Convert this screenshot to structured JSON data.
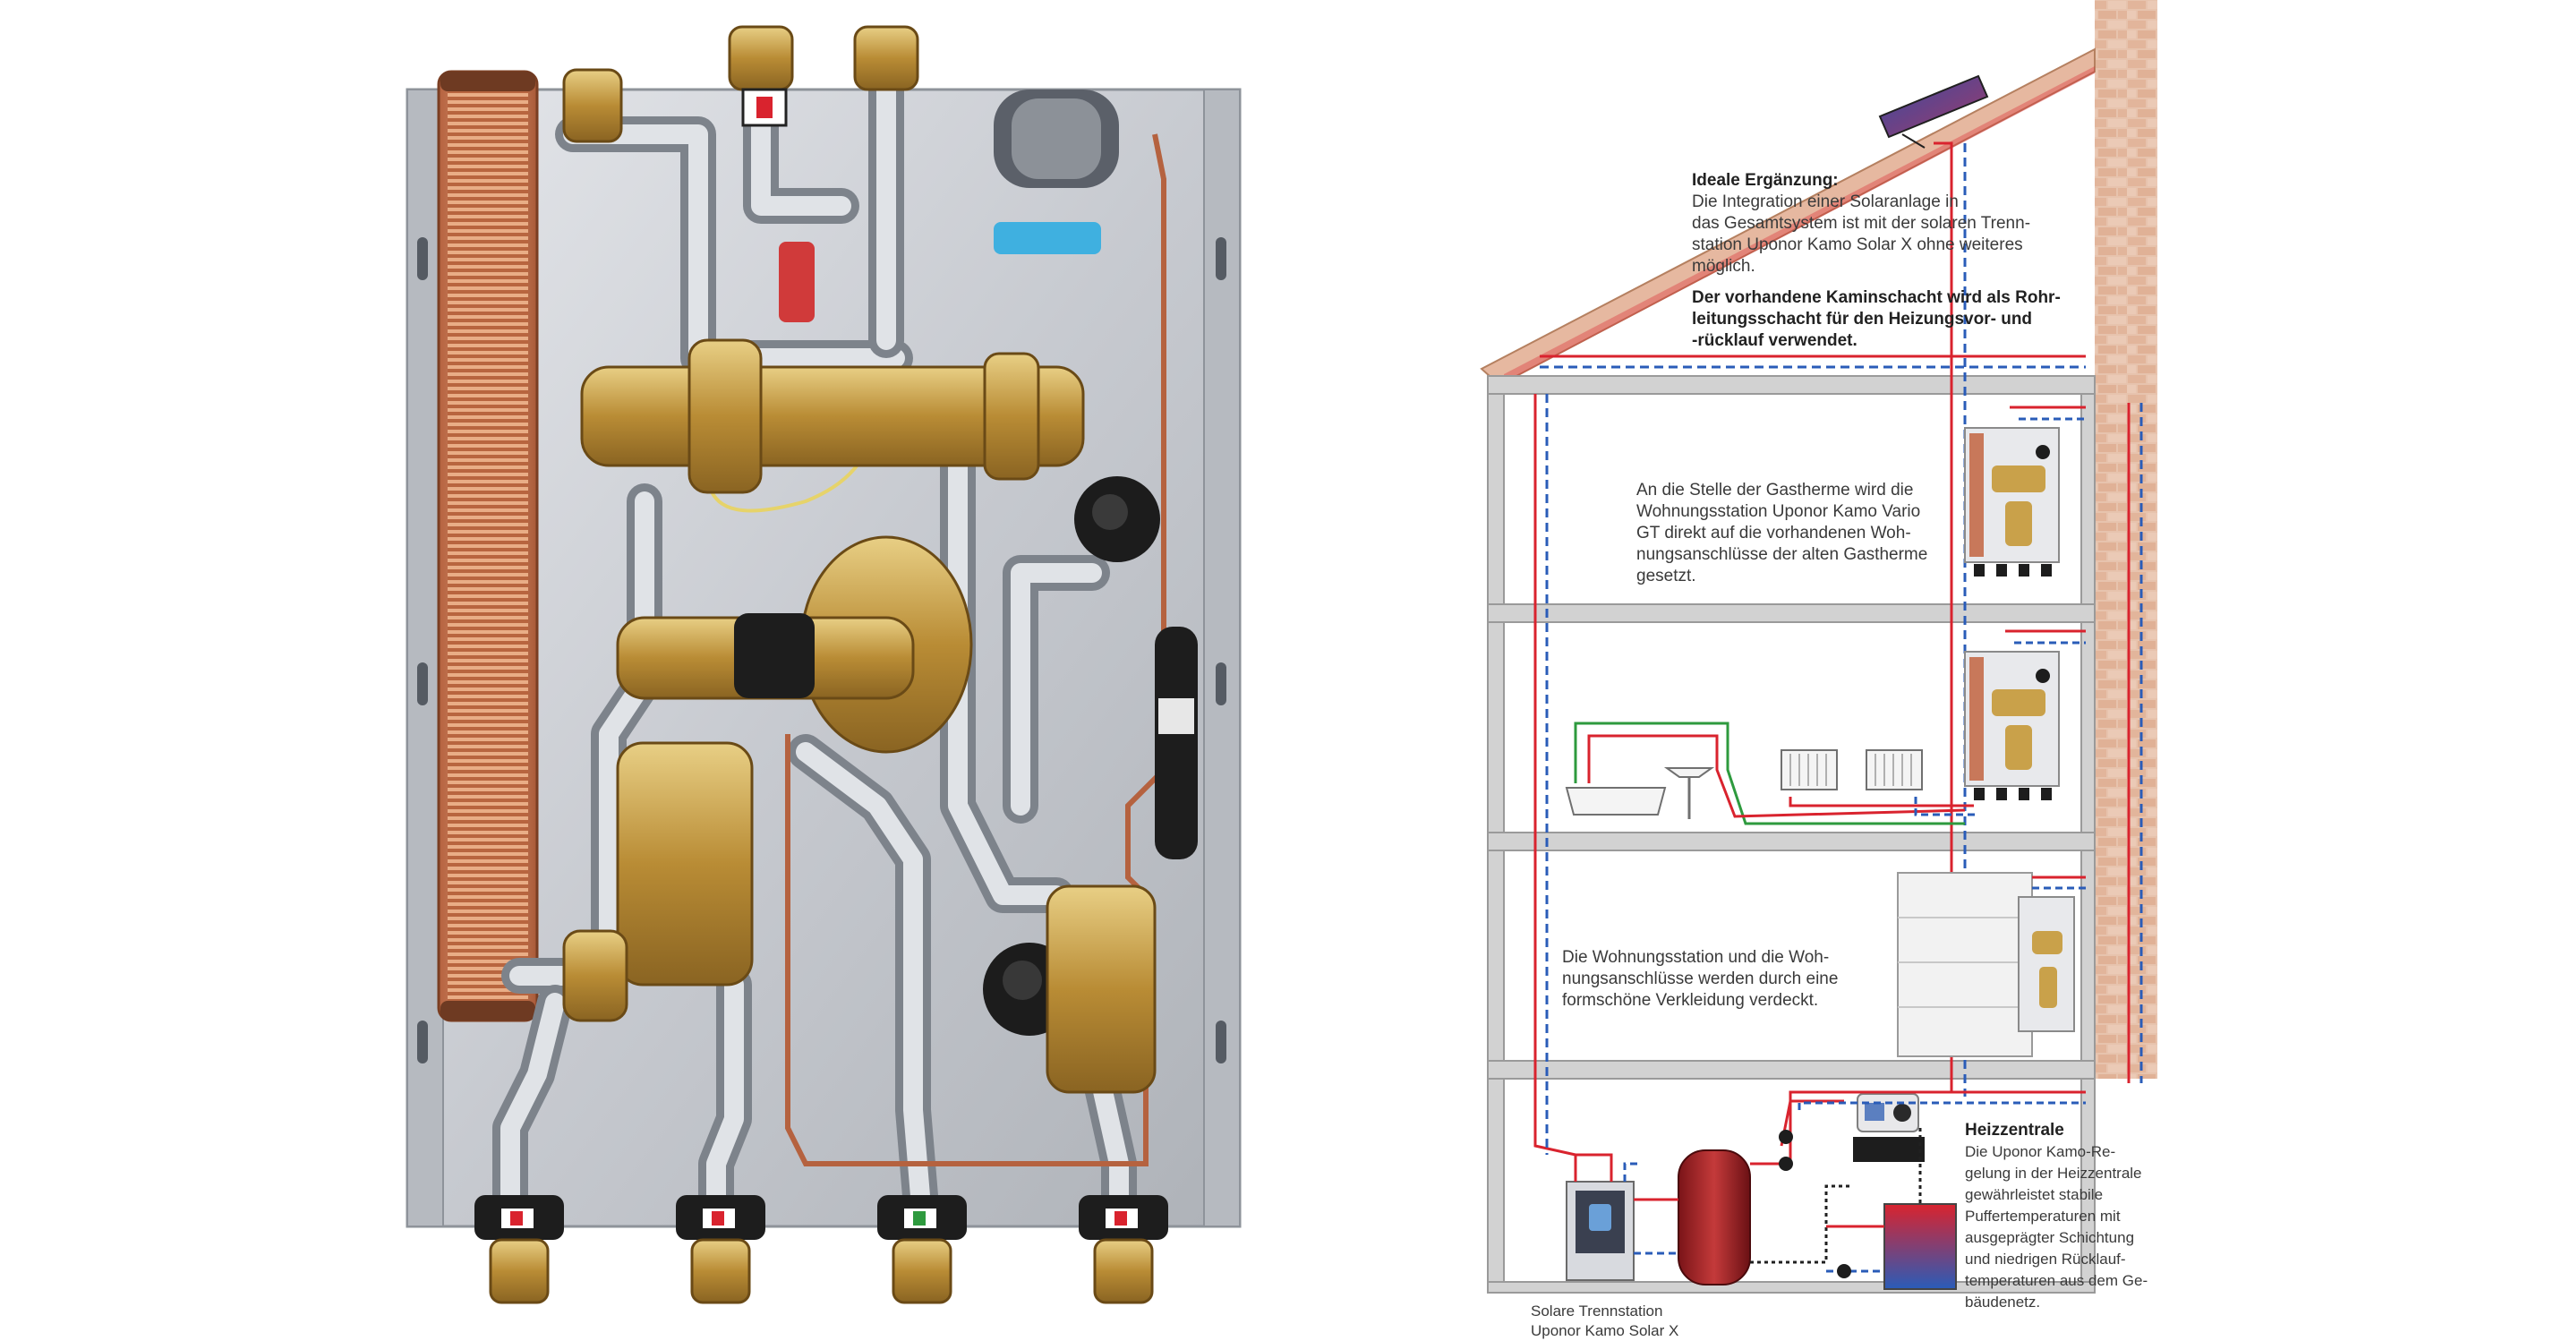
{
  "colors": {
    "supply": "#d9232e",
    "return": "#2a5cb8",
    "cold_water": "#2e9a3e",
    "brick": "#e6b8a0",
    "brass": "#c9a14a",
    "copper": "#c8785a",
    "plate": "#c9ccd1",
    "floor_slab": "#c8c8c8"
  },
  "annotations": {
    "roof": {
      "heading": "Ideale Ergänzung:",
      "lines": [
        "Die Integration einer Solaranlage in",
        "das Gesamtsystem ist mit der solaren Trenn-",
        "station Uponor Kamo Solar X ohne weiteres",
        "möglich."
      ],
      "bold_lines": [
        "Der vorhandene Kaminschacht wird als Rohr-",
        "leitungsschacht für den Heizungsvor- und",
        "-rücklauf verwendet."
      ]
    },
    "floor1": {
      "lines": [
        "An die Stelle der Gastherme wird die",
        "Wohnungsstation Uponor Kamo Vario",
        "GT direkt auf die vorhandenen Woh-",
        "nungsanschlüsse der alten Gastherme",
        "gesetzt."
      ]
    },
    "floor3": {
      "lines": [
        "Die Wohnungsstation und die Woh-",
        "nungsanschlüsse werden durch eine",
        "formschöne Verkleidung verdeckt."
      ]
    },
    "basement": {
      "heading": "Heizzentrale",
      "lines": [
        "Die Uponor Kamo-Re-",
        "gelung in der Heizzentrale",
        "gewährleistet stabile",
        "Puffertemperaturen mit",
        "ausgeprägter Schichtung",
        "und niedrigen Rücklauf-",
        "temperaturen aus dem Ge-",
        "bäudenetz."
      ]
    },
    "solar_station": {
      "lines": [
        "Solare Trennstation",
        "Uponor Kamo Solar X"
      ]
    }
  },
  "icons": [
    "heat-exchanger-icon",
    "pump-icon",
    "thermostat-valve-icon",
    "ball-valve-icon",
    "bathtub-icon",
    "washbasin-icon",
    "radiator-icon",
    "solar-collector-icon",
    "buffer-tank-icon",
    "controller-icon",
    "boiler-icon"
  ]
}
